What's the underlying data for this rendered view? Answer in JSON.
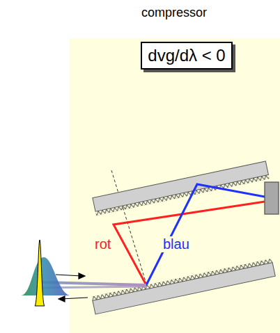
{
  "diagram": {
    "title": "compressor",
    "nodes": [
      {
        "text": [
          "dvg/dλ < 0"
        ]
      }
    ],
    "labels": [
      "rot",
      "blau"
    ]
  }
}
